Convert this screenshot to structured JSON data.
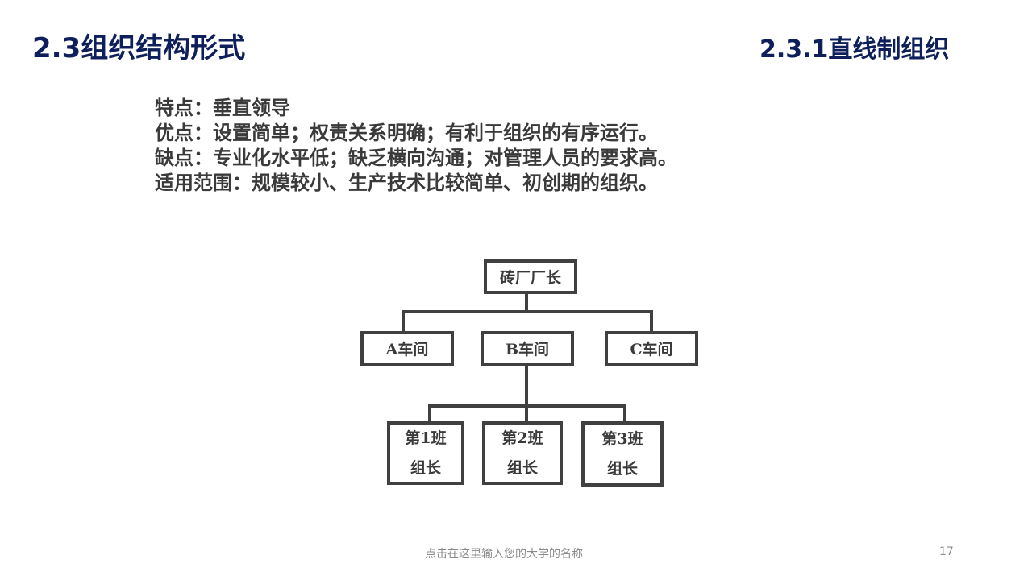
{
  "slide": {
    "title": "2.3组织结构形式",
    "subtitle": "2.3.1直线制组织",
    "points": [
      "特点：垂直领导",
      "优点：设置简单；权责关系明确；有利于组织的有序运行。",
      "缺点：专业化水平低；缺乏横向沟通；对管理人员的要求高。",
      "适用范围：规模较小、生产技术比较简单、初创期的组织。"
    ],
    "org_chart": {
      "root": "砖厂厂长",
      "workshops": [
        "A车间",
        "B车间",
        "C车间"
      ],
      "teams": [
        {
          "line1": "第1班",
          "line2": "组长"
        },
        {
          "line1": "第2班",
          "line2": "组长"
        },
        {
          "line1": "第3班",
          "line2": "组长"
        }
      ]
    },
    "footer": "点击在这里输入您的大学的名称",
    "page_number": "17"
  },
  "colors": {
    "title": "#0e1f5b",
    "body_text": "#3a3a3a",
    "box_border": "#404040",
    "footer": "#8a8a8a"
  }
}
